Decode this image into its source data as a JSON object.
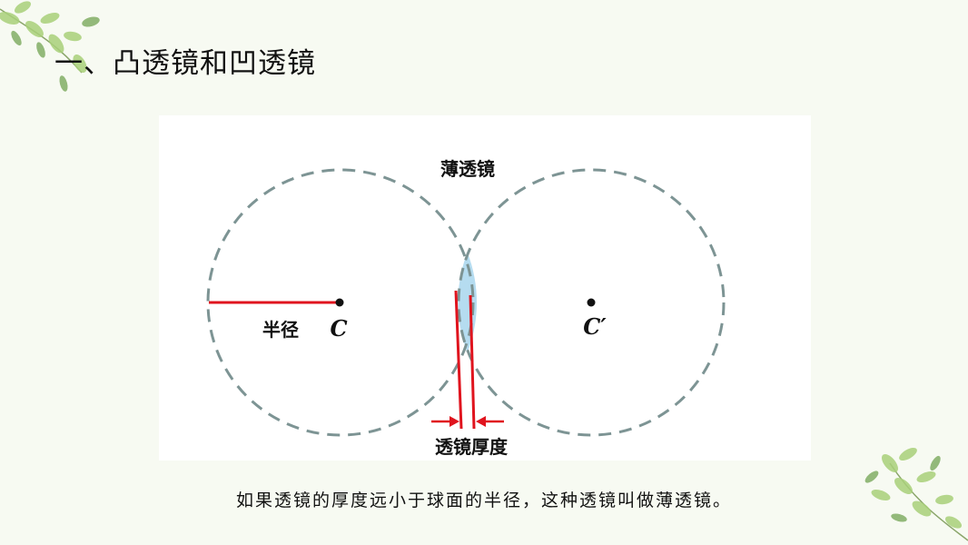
{
  "slide": {
    "title": "一、凸透镜和凹透镜",
    "caption": "如果透镜的厚度远小于球面的半径，这种透镜叫做薄透镜。"
  },
  "diagram": {
    "thin_lens_label": "薄透镜",
    "radius_label": "半径",
    "center_left_label": "C",
    "center_right_label": "C′",
    "thickness_label": "透镜厚度"
  },
  "colors": {
    "circle_stroke": "#7d9494",
    "lens_fill": "#b5dcf0",
    "marker_red": "#e0141e",
    "background": "#f7faf2",
    "leaf_light": "#a9d07a",
    "leaf_dark": "#6a9e48"
  },
  "icons": {
    "top_left": "leaf-branch-icon",
    "bottom_right": "leaf-branch-icon"
  }
}
